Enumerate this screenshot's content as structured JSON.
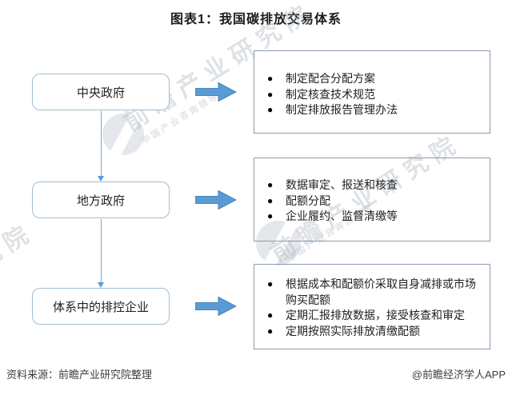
{
  "title": "图表1：我国碳排放交易体系",
  "flow": {
    "rows": [
      {
        "node": "中央政府",
        "items": [
          "制定配合分配方案",
          "制定核查技术规范",
          "制定排放报告管理办法"
        ]
      },
      {
        "node": "地方政府",
        "items": [
          "数据审定、报送和核查",
          "配额分配",
          "企业履约、监督清缴等"
        ]
      },
      {
        "node": "体系中的排控企业",
        "items": [
          "根据成本和配额价采取自身减排或市场购买配额",
          "定期汇报排放数据，接受核查和审定",
          "定期按照实际排放清缴配额"
        ]
      }
    ]
  },
  "watermark": {
    "brand": "前瞻产业研究院",
    "slogan": "中国产业咨询领导者",
    "partial": "究院"
  },
  "footer": {
    "source": "资料来源：前瞻产业研究院整理",
    "credit": "@前瞻经济学人APP"
  },
  "colors": {
    "arrow_fill": "#5b9bd5",
    "arrow_stroke": "#4a86b8",
    "node_border": "#a0bfd2",
    "list_border": "#8a9bb0",
    "connector": "#7aa7cc"
  }
}
